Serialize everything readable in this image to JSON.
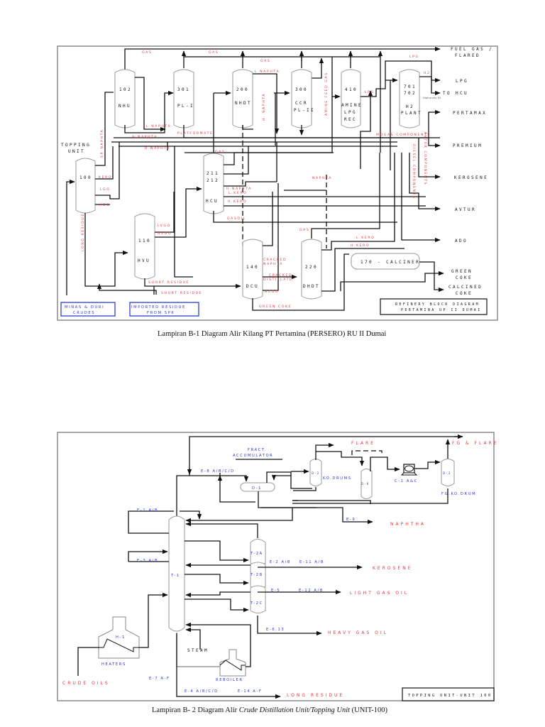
{
  "diagram1": {
    "caption": "Lampiran B-1 Diagram Alir Kilang  PT Pertamina (PERSERO) RU II Dumai",
    "title_box": [
      "REFINERY BLOCK DIAGRAM",
      "PERTAMINA UP II DUMAI"
    ],
    "units": {
      "topping": {
        "heading": [
          "TOPPING",
          "UNIT"
        ],
        "id": "100"
      },
      "nhu": {
        "id": "102",
        "name": "NHU"
      },
      "pl1": {
        "id": "301",
        "name": "PL-I"
      },
      "hdt": {
        "id": "200",
        "name": "NHDT"
      },
      "ccr": {
        "id": "300",
        "name": [
          "CCR",
          "PL-II"
        ]
      },
      "amine": {
        "id": "410",
        "name": [
          "AMINE",
          "LPG",
          "REC"
        ]
      },
      "h2": {
        "id": [
          "701",
          "702"
        ],
        "name": [
          "H2",
          "PLANT"
        ]
      },
      "hcu": {
        "id": [
          "211",
          "212"
        ],
        "name": "HCU"
      },
      "hvu": {
        "id": "110",
        "name": "HVU"
      },
      "dcu": {
        "id": "140",
        "name": "DCU"
      },
      "hdt220": {
        "id": "220",
        "name": "DHDT"
      },
      "calciner": {
        "name": "170 - CALCINER"
      }
    },
    "feeds": [
      "MINAS & DURI CRUDES",
      "IMPORTED RESIDUE FROM SPK"
    ],
    "feed_lines": [
      [
        "MINAS & DURI",
        "CRUDES"
      ],
      [
        "IMPORTED RESIDUE",
        "FROM SPK"
      ]
    ],
    "products": [
      "FUEL GAS /",
      "FLARED",
      "LPG",
      "TO HCU",
      "PERTAMAX",
      "PREMIUM",
      "KEROSENE",
      "AVTUR",
      "ADO",
      "GREEN",
      "COKE",
      "CALCINED",
      "COKE"
    ],
    "stream_labels": {
      "gas1": "GAS",
      "gas2": "GAS",
      "gas3": "GAS",
      "gas_hcu": "GAS",
      "gas_220": "GAS",
      "l_naphta_hdt": "L.NAPHTA",
      "h_naphta_vert": "H. NAPHTA",
      "amine_feed": "AMINE FEED GAS",
      "lpg1": "LPG",
      "lpg2": "LPG",
      "h2": "H2",
      "high_purity": "High purity H2",
      "l_naphta_nhu": "L.NAPHTA",
      "h_naphta_nhu": "H.NAPHTA",
      "platformate": "PLATFORMATE",
      "h_naphta_long": "H.NAPHTA",
      "sr_naphta": "SR NAPHTA",
      "kero": "KERO",
      "lgo": "LGO",
      "hgo": "HGO",
      "long_residue": "LONG RESIDUE",
      "mogas": "MOGAS COMPONENTS",
      "avtur_comp": "AVTUR COMPONENTS",
      "diesel_comp": "DIESEL COMPONENTS",
      "naphta": "NAPHTA",
      "h_naphta_hcu": "H.NAPHTA",
      "l_kero_hcu": "L.KERO",
      "h_kero_hcu": "H.KERO",
      "gasoil": "GASOIL",
      "lvgo": "LVGO",
      "hvgo": "HVGO",
      "short_residue1": "SHORT RESIDUE",
      "short_residue2": "SHORT RESIDUE",
      "cracked_naphta": [
        "CRACKED",
        "NAPHTA"
      ],
      "cracked_distillate": [
        "CRACKED",
        "DISTILLATE"
      ],
      "hcgo": "HCGO",
      "green_coke": "GREEN COKE",
      "l_kero_220": "L.KERO",
      "h_kero_220": "H.KERO"
    }
  },
  "diagram2": {
    "caption_parts": [
      "Lampiran B- 2 Diagram Alir ",
      "Crude  Distillation Unit/Topping Unit",
      " (UNIT-100)"
    ],
    "title_box": "TOPPING UNIT-UNIT 100",
    "equipment": {
      "accumulator_label": [
        "FRACT.",
        "ACCUMULATOR"
      ],
      "d1": "D-1",
      "d2": "D-2",
      "d6": "D-6",
      "d3": "D-3",
      "ko_drums": "KO.DRUMS",
      "compressor": "C-1 A&C",
      "fg_ko_drum": "FG.KO.DRUM",
      "t1": "T-1",
      "t2a": "T-2A",
      "t2b": "T-2B",
      "t2c": "T-2C",
      "h1": "H-1",
      "heaters": "HEATERS",
      "reboiler": "REBOILER",
      "steam": "STEAM"
    },
    "exchangers": {
      "e8": "E-8 A/B/C/D",
      "e1": "E-1 A/B",
      "e3": "E-3 A/B",
      "e2": "E-2 A/B",
      "e11": "E-11 A/B",
      "e9": "E-9",
      "e5": "E-5",
      "e12": "E-12 A/B",
      "e6": "E-6,13",
      "e7": "E-7 A-F",
      "e4": "E-4 A/B/C/D",
      "e14": "E-14 A-F"
    },
    "products": {
      "flare": "FLARE",
      "fg_flare": "FG & FLARE",
      "naphtha": "NAPHTHA",
      "kerosene": "KEROSENE",
      "lgo": "LIGHT GAS OIL",
      "hgo": "HEAVY GAS OIL",
      "long_residue": "LONG RESIDUE",
      "crude": "CRUDE OILS"
    }
  }
}
